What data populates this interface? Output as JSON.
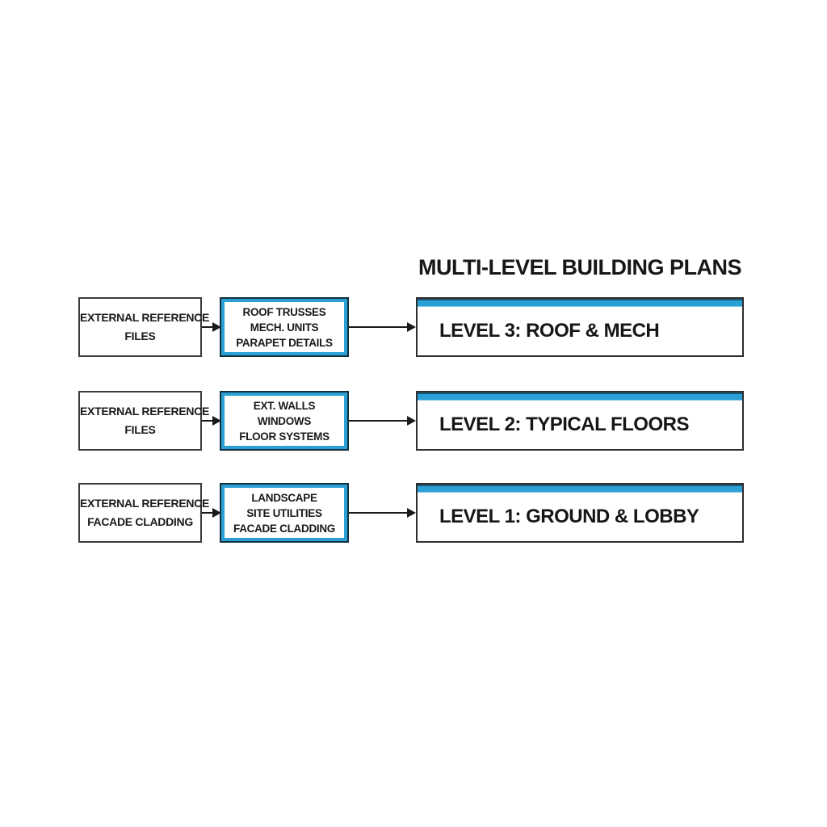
{
  "title": "MULTI-LEVEL BUILDING PLANS",
  "colors": {
    "accent_blue": "#2aa0d6",
    "accent_blue_dark": "#1b5a77",
    "xref_outer_border": "#14303d",
    "box_border": "#3a3a3a",
    "text": "#1a1a1a",
    "background": "#ffffff"
  },
  "rows": [
    {
      "source": {
        "lines": [
          "EXTERNAL REFERENCE",
          "FILES"
        ]
      },
      "xref": {
        "lines": [
          "ROOF TRUSSES",
          "MECH. UNITS",
          "PARAPET DETAILS"
        ]
      },
      "level": {
        "label": "LEVEL 3: ROOF & MECH"
      }
    },
    {
      "source": {
        "lines": [
          "EXTERNAL REFERENCE",
          "FILES"
        ]
      },
      "xref": {
        "lines": [
          "EXT. WALLS",
          "WINDOWS",
          "FLOOR SYSTEMS"
        ]
      },
      "level": {
        "label": "LEVEL 2: TYPICAL FLOORS"
      }
    },
    {
      "source": {
        "lines": [
          "EXTERNAL REFERENCE",
          "FACADE CLADDING"
        ]
      },
      "xref": {
        "lines": [
          "LANDSCAPE",
          "SITE UTILITIES",
          "FACADE CLADDING"
        ]
      },
      "level": {
        "label": "LEVEL 1: GROUND & LOBBY"
      }
    }
  ]
}
